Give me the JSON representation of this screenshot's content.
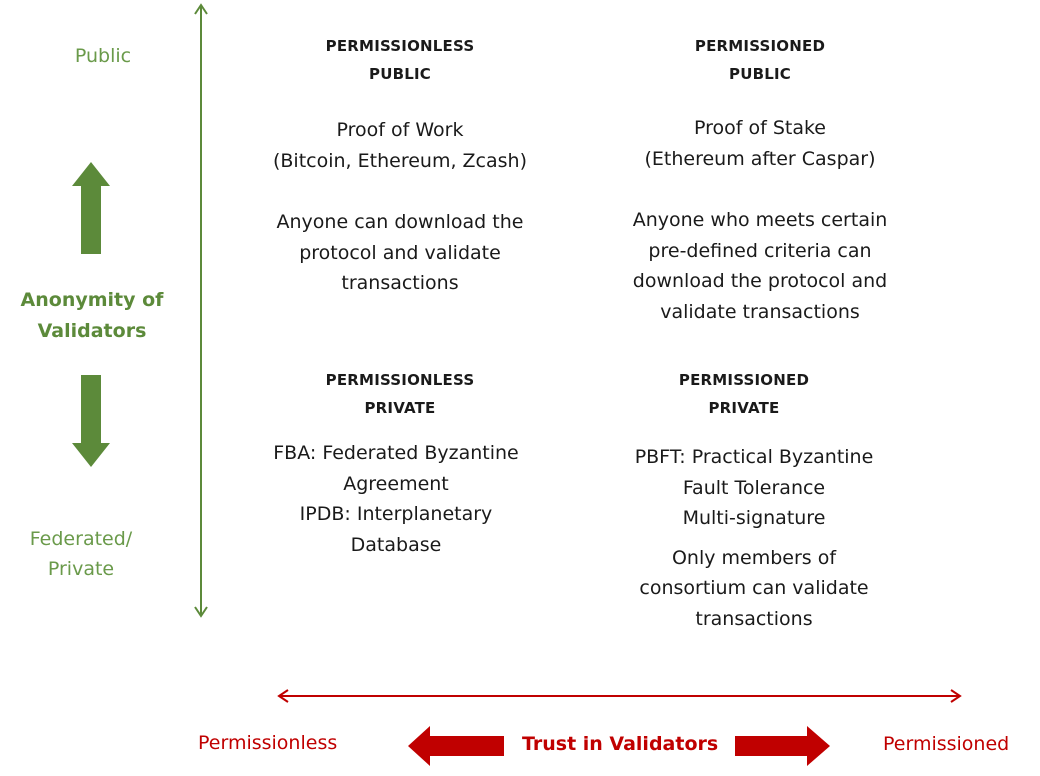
{
  "vertical_axis": {
    "top_label": "Public",
    "bottom_label_lines": [
      "Federated/",
      "Private"
    ],
    "title_lines": [
      "Anonymity of",
      "Validators"
    ],
    "color": "#5c8a3a"
  },
  "horizontal_axis": {
    "left_label": "Permissionless",
    "right_label": "Permissioned",
    "title": "Trust in Validators",
    "color": "#c00000"
  },
  "quadrants": {
    "permissionless_public": {
      "title_lines": [
        "PERMISSIONLESS",
        "PUBLIC"
      ],
      "lines": [
        "Proof of Work",
        "(Bitcoin, Ethereum, Zcash)"
      ],
      "description_lines": [
        "Anyone can download the",
        "protocol and validate",
        "transactions"
      ]
    },
    "permissioned_public": {
      "title_lines": [
        "PERMISSIONED",
        "PUBLIC"
      ],
      "lines": [
        "Proof of Stake",
        "(Ethereum after Caspar)"
      ],
      "description_lines": [
        "Anyone who meets certain",
        "pre-defined criteria can",
        "download the protocol and",
        "validate transactions"
      ]
    },
    "permissionless_private": {
      "title_lines": [
        "PERMISSIONLESS",
        "PRIVATE"
      ],
      "lines": [
        "FBA: Federated Byzantine",
        "Agreement",
        "IPDB: Interplanetary",
        "Database"
      ]
    },
    "permissioned_private": {
      "title_lines": [
        "PERMISSIONED",
        "PRIVATE"
      ],
      "lines": [
        "PBFT: Practical Byzantine",
        "Fault Tolerance",
        "Multi-signature"
      ],
      "description_lines": [
        "Only members of",
        "consortium can validate",
        "transactions"
      ]
    }
  }
}
